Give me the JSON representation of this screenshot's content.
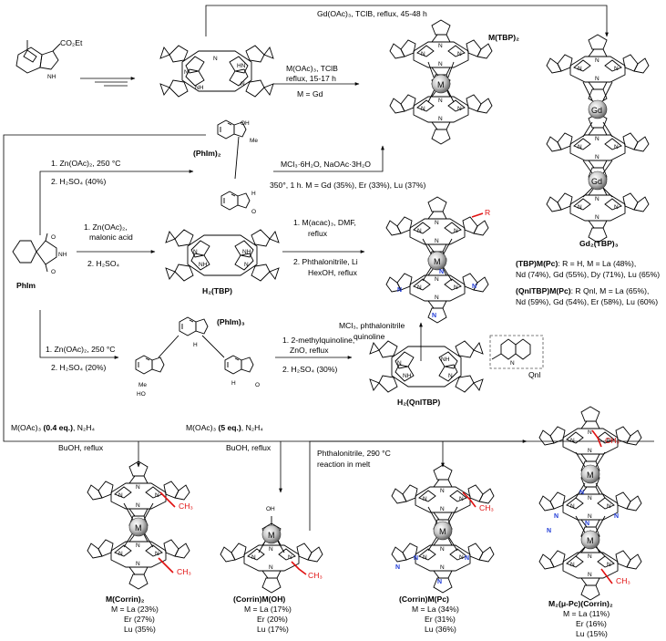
{
  "conditions": {
    "top_gd": "Gd(OAc)₃, TClB, reflux, 45-48 h",
    "m_oac_1": "M(OAc)₃, TClB",
    "m_oac_2": "reflux, 15-17 h",
    "m_eq_gd": "M = Gd",
    "zn_1": "1. Zn(OAc)₂, 250 °C",
    "zn_2": "2. H₂SO₄ (40%)",
    "mcl_naoac": "MCl₃·6H₂O, NaOAc·3H₂O",
    "yield_350": "350°, 1 h. M = Gd (35%), Er (33%), Lu (37%)",
    "malonic_1": "1. Zn(OAc)₂,",
    "malonic_2": "malonic acid",
    "malonic_3": "2. H₂SO₄",
    "acac_1": "1. M(acac)₃, DMF,",
    "acac_2": "reflux",
    "acac_3": "2. Phthalonitrile, Li",
    "acac_4": "HexOH, reflux",
    "mcl_phth_1": "MCl₃, phthalonitrile",
    "mcl_phth_2": "quinoline",
    "zn3_1": "1. Zn(OAc)₂, 250 °C",
    "zn3_2": "2. H₂SO₄ (20%)",
    "mq_1": "1. 2-methylquinoline,",
    "mq_2": "ZnO, reflux",
    "mq_3": "2. H₂SO₄ (30%)",
    "corr_a_1": "M(OAc)₃ ",
    "corr_a_eq": "(0.4 eq.)",
    "corr_a_2": ", N₂H₄",
    "corr_a_3": "BuOH, reflux",
    "corr_b_1": "M(OAc)₃ ",
    "corr_b_eq": "(5 eq.)",
    "corr_b_2": ", N₂H₄",
    "corr_b_3": "BuOH, reflux",
    "melt_1": "Phthalonitrile, 290 °C",
    "melt_2": "reaction in melt"
  },
  "compounds": {
    "m_tbp2": "M(TBP)₂",
    "gd2tbp3": "Gd₂(TBP)₃",
    "phim2": "(PhIm)₂",
    "phim3": "(PhIm)₃",
    "phim": "PhIm",
    "h2tbp": "H₂(TBP)",
    "h2qnltbp": "H₂(QnlTBP)",
    "qnl": "Qnl",
    "m_corrin2": "M(Corrin)₂",
    "corrin_moh": "(Corrin)M(OH)",
    "corrin_mpc": "(Corrin)M(Pc)",
    "m2_pc_corrin2": "M₂(μ-Pc)(Corrin)₂"
  },
  "yields": {
    "tbp_mpc_title": "(TBP)M(Pc)",
    "tbp_mpc_1": ": R = H, M = La (48%),",
    "tbp_mpc_2": "Nd (74%), Gd (55%), Dy (71%), Lu (65%)",
    "qnl_mpc_title": "(QnlTBP)M(Pc)",
    "qnl_mpc_1": ": R Qnl, M = La (65%),",
    "qnl_mpc_2": "Nd (59%), Gd (54%), Er (58%), Lu (60%)",
    "corrin2": [
      "M = La (23%)",
      "Er (27%)",
      "Lu (35%)"
    ],
    "moh": [
      "M = La (17%)",
      "Er (20%)",
      "Lu (17%)"
    ],
    "mpc": [
      "M = La (34%)",
      "Er (31%)",
      "Lu (36%)"
    ],
    "m2pc": [
      "M = La (11%)",
      "Er (16%)",
      "Lu (15%)"
    ]
  },
  "labels": {
    "metal": "M",
    "gd": "Gd",
    "R": "R",
    "nitrogen": "N",
    "nh": "NH",
    "hn": "HN",
    "oh": "OH",
    "ho": "HO",
    "o": "O",
    "me": "Me",
    "ch3": "CH₃",
    "co2et": "CO₂Et",
    "h": "H"
  }
}
